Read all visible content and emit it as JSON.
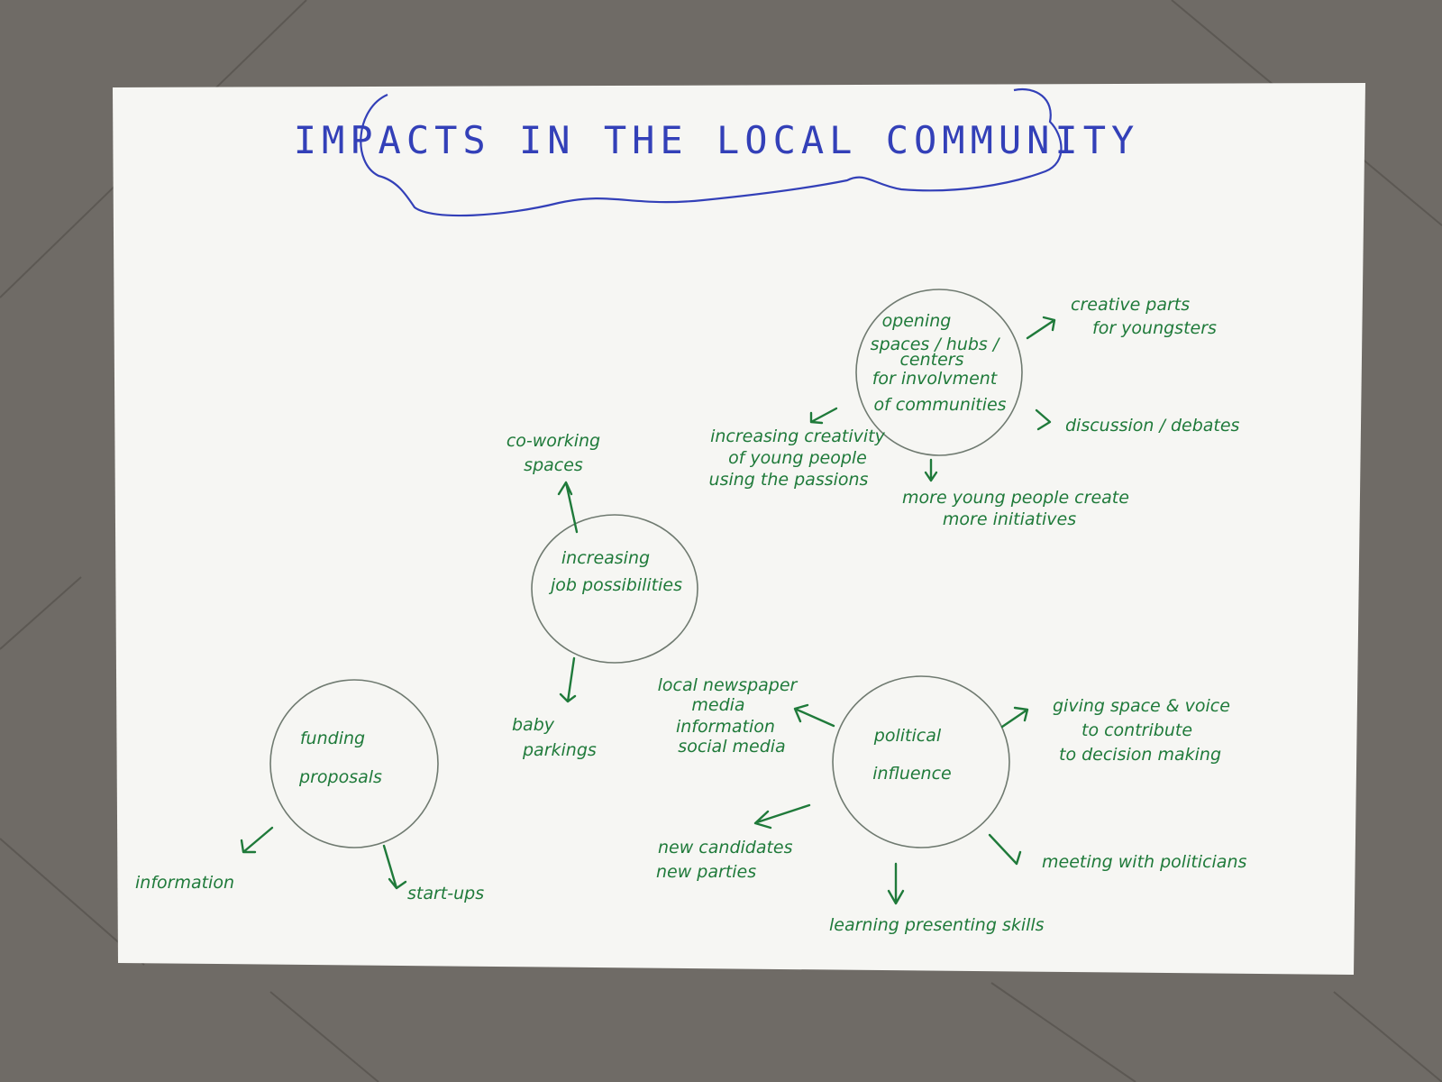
{
  "title": "IMPACTS IN THE LOCAL COMMUNITY",
  "colors": {
    "title_ink": "#3340b8",
    "marker_ink": "#1f7a3a",
    "paper": "#f6f6f3",
    "floor": "#6f6b66"
  },
  "nodes": {
    "opening_spaces": {
      "lines": [
        "opening",
        "spaces / hubs /",
        "centers",
        "for involvment",
        "of communities"
      ],
      "branches": {
        "creative": [
          "creative parts",
          "for youngsters"
        ],
        "discussion": [
          "discussion / debates"
        ],
        "creativity": [
          "increasing creativity",
          "of young people",
          "using the passions"
        ],
        "initiatives": [
          "more young people create",
          "more initiatives"
        ]
      }
    },
    "job_possibilities": {
      "lines": [
        "increasing",
        "job possibilities"
      ],
      "branches": {
        "coworking": [
          "co-working",
          "spaces"
        ],
        "baby": [
          "baby",
          "parkings"
        ]
      }
    },
    "funding": {
      "lines": [
        "funding",
        "proposals"
      ],
      "branches": {
        "information": [
          "information"
        ],
        "startups": [
          "start-ups"
        ]
      }
    },
    "political": {
      "lines": [
        "political",
        "influence"
      ],
      "branches": {
        "media": [
          "local newspaper",
          "media",
          "information",
          "social media"
        ],
        "voice": [
          "giving space & voice",
          "to contribute",
          "to decision making"
        ],
        "candidates": [
          "new candidates",
          "new parties"
        ],
        "skills": [
          "learning presenting skills"
        ],
        "meeting": [
          "meeting with politicians"
        ]
      }
    }
  }
}
